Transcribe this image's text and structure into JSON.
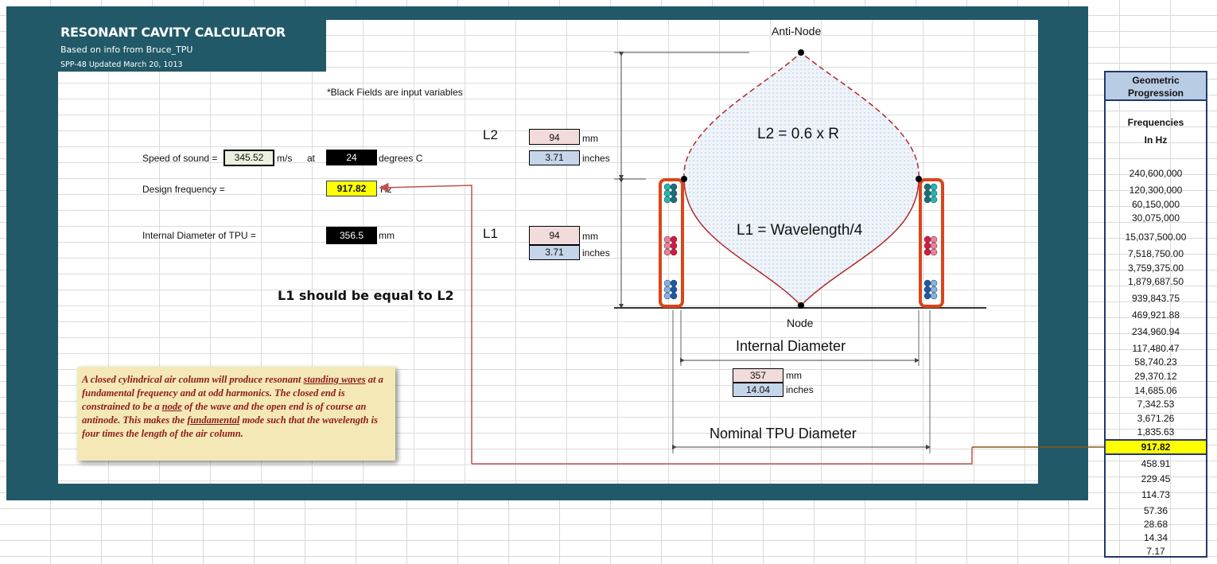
{
  "header": {
    "title": "RESONANT CAVITY CALCULATOR",
    "subtitle": "Based on info from  Bruce_TPU",
    "version": "SPP-48  Updated March 20, 1013"
  },
  "note_inputs": "*Black Fields are input variables",
  "inputs": {
    "speed_label": "Speed of sound =",
    "speed_value": "345.52",
    "speed_unit": "m/s",
    "at": "at",
    "temp_value": "24",
    "temp_unit": "degrees C",
    "freq_label": "Design frequency  =",
    "freq_value": "917.82",
    "freq_unit": "Hz",
    "diam_label": "Internal Diameter of TPU  =",
    "diam_value": "356.5",
    "diam_unit": "mm"
  },
  "lengths": {
    "l2_label": "L2",
    "l2_mm": "94",
    "l2_in": "3.71",
    "l1_label": "L1",
    "l1_mm": "94",
    "l1_in": "3.71",
    "mm": "mm",
    "inches": "inches",
    "equality": "L1  should  be equal to  L2"
  },
  "diagram": {
    "anti_node": "Anti-Node",
    "node": "Node",
    "l2_formula": "L2 = 0.6 x R",
    "l1_formula": "L1 = Wavelength/4",
    "internal_diameter": "Internal Diameter",
    "id_mm": "357",
    "id_in": "14.04",
    "nominal_diameter": "Nominal TPU Diameter"
  },
  "explanation": {
    "p1": "A closed cylindrical air column will produce resonant ",
    "u1": "standing waves",
    "p2": " at a fundamental frequency and at odd harmonics. The closed end is constrained to be a ",
    "u2": "node",
    "p3": " of the wave and the open end is of course an antinode. This makes the ",
    "u3": "fundamental",
    "p4": " mode such that the wavelength is four times the length of the air column."
  },
  "progression": {
    "title": "Geometric Progression",
    "sub1": "Frequencies",
    "sub2": "In Hz",
    "values": [
      "240,600,000",
      "120,300,000",
      "60,150,000",
      "30,075,000",
      "15,037,500.00",
      "7,518,750.00",
      "3,759,375.00",
      "1,879,687.50",
      "939,843.75",
      "469,921.88",
      "234,960.94",
      "117,480.47",
      "58,740.23",
      "29,370.12",
      "14,685.06",
      "7,342.53",
      "3,671.26",
      "1,835.63",
      "917.82",
      "458.91",
      "229.45",
      "114.73",
      "57.36",
      "28.68",
      "14.34",
      "7.17"
    ],
    "highlight_index": 18
  },
  "colors": {
    "frame": "#215968",
    "highlight": "#ffff00",
    "wave": "#b22a2a",
    "tube": "#d9461a"
  }
}
